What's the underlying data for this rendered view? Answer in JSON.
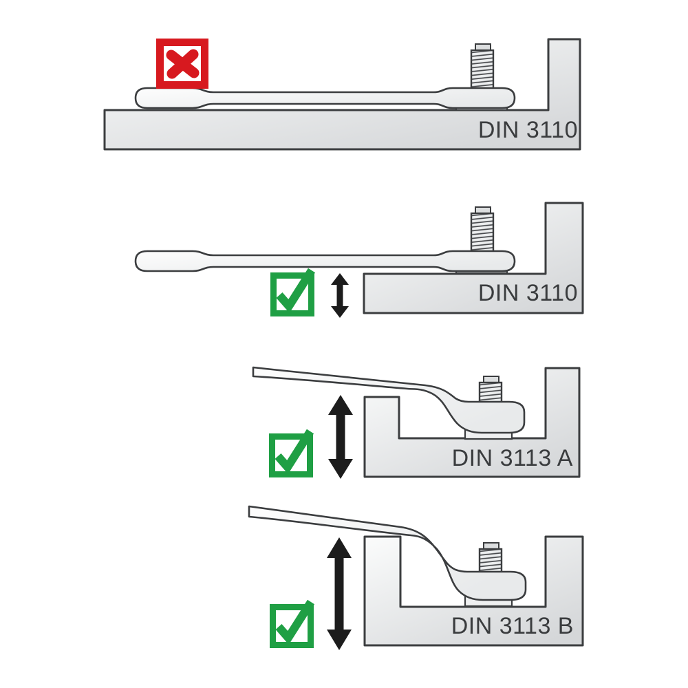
{
  "diagram": {
    "panels": [
      {
        "marker": "cross",
        "verdict": "unsuitable",
        "standard_label": "DIN 3110",
        "clearance_arrow": "none"
      },
      {
        "marker": "check",
        "verdict": "suitable",
        "standard_label": "DIN 3110",
        "clearance_arrow": "small"
      },
      {
        "marker": "check",
        "verdict": "suitable",
        "standard_label": "DIN 3113 A",
        "clearance_arrow": "large"
      },
      {
        "marker": "check",
        "verdict": "suitable",
        "standard_label": "DIN 3113 B",
        "clearance_arrow": "large"
      }
    ]
  },
  "icons": {
    "cross": "✗",
    "check": "✓",
    "double_arrow": "↕"
  },
  "colors": {
    "error_red": "#d7191f",
    "success_green": "#1f9f44",
    "arrow_black": "#1c1c1c",
    "metal_light": "#fbfcfc",
    "metal_dark": "#d5d7d9",
    "tool_light": "#fdfdfd",
    "tool_dark": "#e8eaeb",
    "outline": "#3b3d3f",
    "label_text": "#3a3c3e",
    "background": "#ffffff"
  }
}
